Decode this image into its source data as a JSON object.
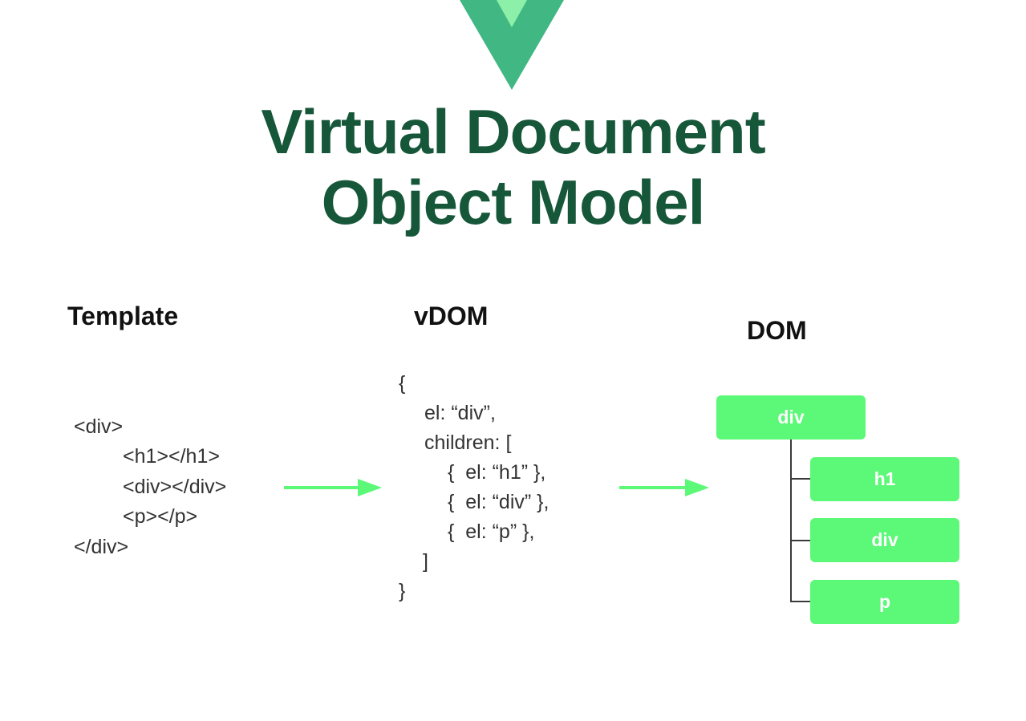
{
  "title": {
    "line1": "Virtual Document",
    "line2": "Object Model"
  },
  "colors": {
    "title": "#16573a",
    "accent": "#5cf877",
    "logo_outer": "#41b883",
    "logo_inner": "#8cf0a8"
  },
  "logo": {
    "icon": "vue-logo-icon"
  },
  "columns": {
    "template": {
      "heading": "Template",
      "lines": [
        "<div>",
        "<h1></h1>",
        "<div></div>",
        "<p></p>",
        "</div>"
      ]
    },
    "vdom": {
      "heading": "vDOM",
      "lines": [
        "{",
        "el: “div”,",
        "children: [",
        "{  el: “h1” },",
        "{  el: “div” },",
        "{  el: “p” },",
        "]",
        "}"
      ]
    },
    "dom": {
      "heading": "DOM",
      "root": "div",
      "children": [
        "h1",
        "div",
        "p"
      ]
    }
  }
}
